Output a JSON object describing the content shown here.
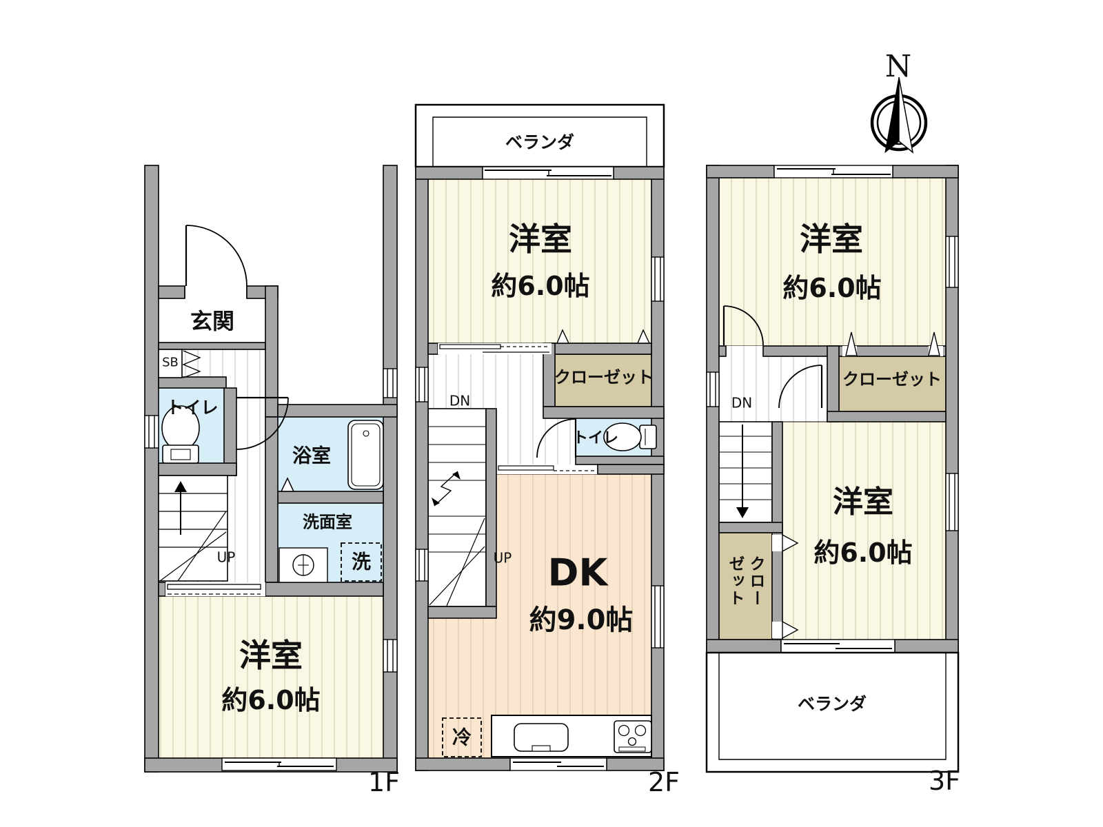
{
  "compass": {
    "label": "N"
  },
  "colors": {
    "wall_gray": "#a6a6a6",
    "room_cream": "#faf7e4",
    "room_peach": "#fbe7d0",
    "wet_room_blue": "#d7edf8",
    "closet_tan": "#d5caa6",
    "outline": "#000000"
  },
  "floors": {
    "f1": {
      "label": "1F",
      "entrance": {
        "label": "玄関"
      },
      "shoe_box": {
        "label": "SB"
      },
      "toilet": {
        "label": "トイレ"
      },
      "bathroom": {
        "label": "浴室"
      },
      "washroom": {
        "label": "洗面室"
      },
      "washer": {
        "label": "洗"
      },
      "stairs": {
        "label": "UP"
      },
      "bedroom": {
        "name": "洋室",
        "size": "約6.0帖"
      }
    },
    "f2": {
      "label": "2F",
      "veranda": {
        "label": "ベランダ"
      },
      "bedroom": {
        "name": "洋室",
        "size": "約6.0帖"
      },
      "closet": {
        "label": "クローゼット"
      },
      "stairs_down": {
        "label": "DN"
      },
      "stairs_up": {
        "label": "UP"
      },
      "toilet": {
        "label": "トイレ"
      },
      "dining_kitchen": {
        "name": "DK",
        "size": "約9.0帖"
      },
      "refrigerator": {
        "label": "冷"
      }
    },
    "f3": {
      "label": "3F",
      "bedroom_north": {
        "name": "洋室",
        "size": "約6.0帖"
      },
      "closet_north": {
        "label": "クローゼット"
      },
      "stairs_down": {
        "label": "DN"
      },
      "closet_west": {
        "label": "クローゼット"
      },
      "bedroom_south": {
        "name": "洋室",
        "size": "約6.0帖"
      },
      "veranda": {
        "label": "ベランダ"
      }
    }
  }
}
